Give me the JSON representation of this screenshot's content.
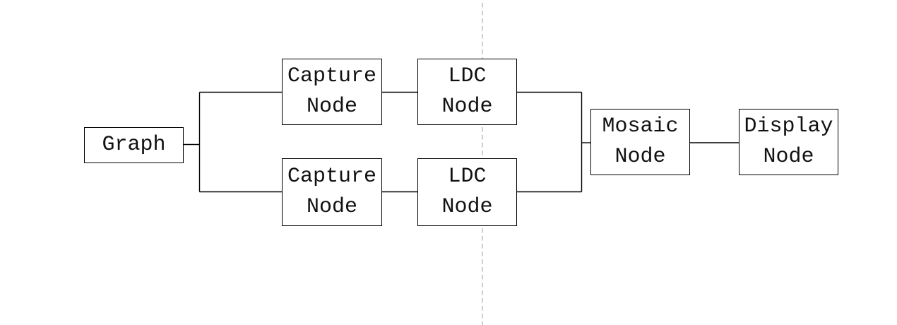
{
  "diagram": {
    "nodes": {
      "graph": {
        "line1": "Graph"
      },
      "capture_top": {
        "line1": "Capture",
        "line2": "Node"
      },
      "ldc_top": {
        "line1": "LDC",
        "line2": "Node"
      },
      "capture_bottom": {
        "line1": "Capture",
        "line2": "Node"
      },
      "ldc_bottom": {
        "line1": "LDC",
        "line2": "Node"
      },
      "mosaic": {
        "line1": "Mosaic",
        "line2": "Node"
      },
      "display": {
        "line1": "Display",
        "line2": "Node"
      }
    },
    "edges": [
      {
        "from": "Graph",
        "to": "Capture Node (top)"
      },
      {
        "from": "Graph",
        "to": "Capture Node (bottom)"
      },
      {
        "from": "Capture Node (top)",
        "to": "LDC Node (top)"
      },
      {
        "from": "Capture Node (bottom)",
        "to": "LDC Node (bottom)"
      },
      {
        "from": "LDC Node (top)",
        "to": "Mosaic Node"
      },
      {
        "from": "LDC Node (bottom)",
        "to": "Mosaic Node"
      },
      {
        "from": "Mosaic Node",
        "to": "Display Node"
      }
    ],
    "guide_line": {
      "orientation": "vertical",
      "style": "dashed",
      "color": "#b3b3b3"
    },
    "colors": {
      "background": "#ffffff",
      "box_border": "#000000",
      "connector": "#000000",
      "text": "#111111",
      "dashed_guide": "#b3b3b3"
    }
  }
}
